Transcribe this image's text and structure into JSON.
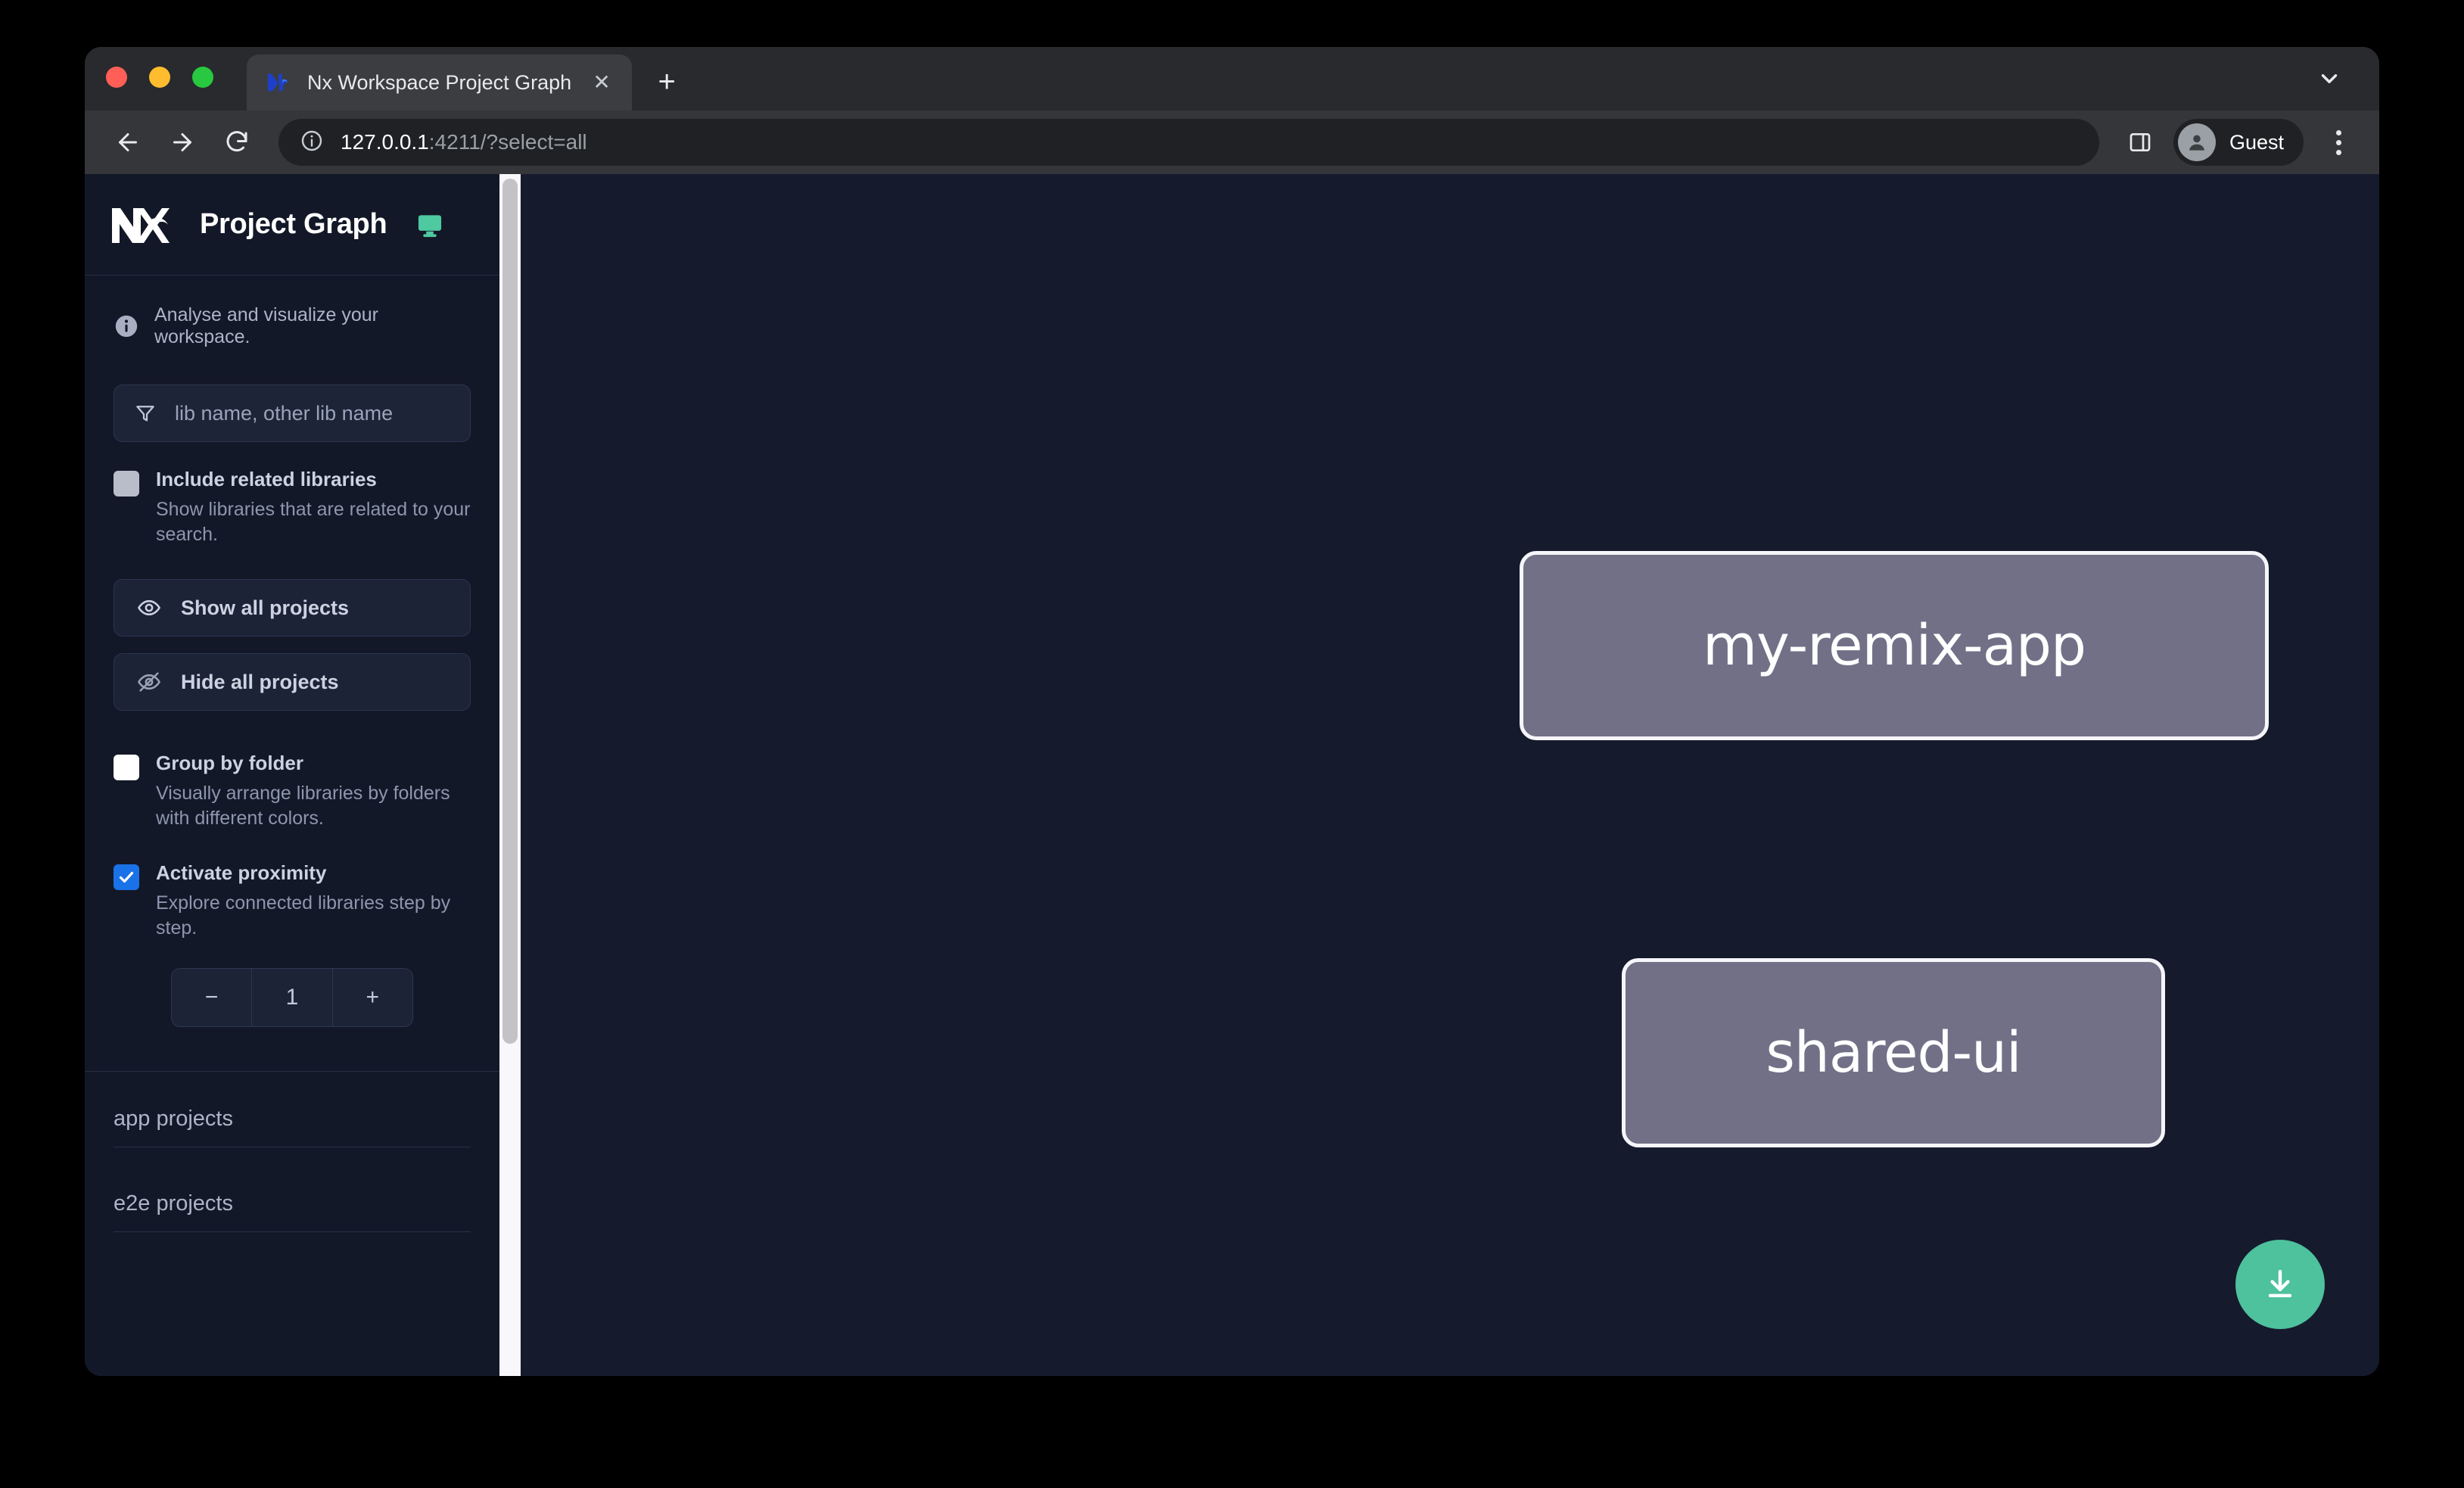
{
  "browser": {
    "tab": {
      "title": "Nx Workspace Project Graph",
      "favicon_name": "nx-favicon",
      "close_label": "✕",
      "new_tab_label": "+"
    },
    "address": {
      "host": "127.0.0.1",
      "rest": ":4211/?select=all",
      "full": "127.0.0.1:4211/?select=all"
    },
    "profile": {
      "label": "Guest"
    },
    "icons": {
      "back": "back-arrow-icon",
      "forward": "forward-arrow-icon",
      "reload": "reload-icon",
      "site_info": "site-info-icon",
      "side_panel": "side-panel-icon",
      "tab_list": "chevron-down-icon",
      "menu": "kebab-menu-icon"
    }
  },
  "sidebar": {
    "logo_name": "nx-logo",
    "title": "Project Graph",
    "monitor_icon_color": "#4ec9a0",
    "info_text": "Analyse and visualize your workspace.",
    "search": {
      "placeholder": "lib name, other lib name",
      "value": "",
      "icon": "filter-funnel-icon"
    },
    "options": [
      {
        "label": "Include related libraries",
        "description": "Show libraries that are related to your search.",
        "checked": false,
        "style": "grey"
      },
      {
        "label": "Group by folder",
        "description": "Visually arrange libraries by folders with different colors.",
        "checked": false,
        "style": "white"
      },
      {
        "label": "Activate proximity",
        "description": "Explore connected libraries step by step.",
        "checked": true,
        "style": "blue"
      }
    ],
    "buttons": {
      "show_all": "Show all projects",
      "hide_all": "Hide all projects"
    },
    "stepper": {
      "decrement": "−",
      "value": "1",
      "increment": "+"
    },
    "sections": [
      {
        "title": "app projects"
      },
      {
        "title": "e2e projects"
      }
    ]
  },
  "graph": {
    "nodes": [
      {
        "id": "my-remix-app",
        "label": "my-remix-app"
      },
      {
        "id": "shared-ui",
        "label": "shared-ui"
      }
    ],
    "edges": [
      {
        "from": "my-remix-app",
        "to": "shared-ui"
      }
    ],
    "node_fill": "#717087",
    "node_border": "#f5f5fa",
    "background": "#151a2d"
  },
  "fab": {
    "name": "download-button",
    "icon": "download-icon",
    "color": "#4ec19d"
  }
}
